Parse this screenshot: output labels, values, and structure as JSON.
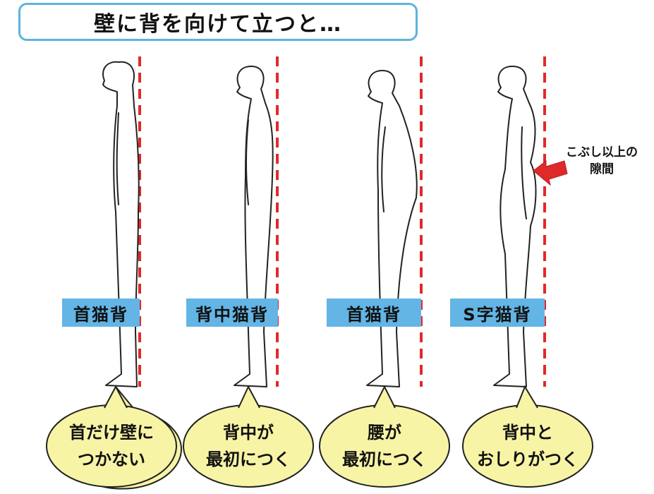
{
  "title": "壁に背を向けて立つと…",
  "postures": [
    {
      "label": "首猫背",
      "desc_line1": "首だけ壁に",
      "desc_line2": "つかない"
    },
    {
      "label": "背中猫背",
      "desc_line1": "背中が",
      "desc_line2": "最初につく"
    },
    {
      "label": "首猫背",
      "desc_line1": "腰が",
      "desc_line2": "最初につく"
    },
    {
      "label": "S字猫背",
      "desc_line1": "背中と",
      "desc_line2": "おしりがつく"
    }
  ],
  "annotation": {
    "line1": "こぶし以上の",
    "line2": "隙間"
  },
  "colors": {
    "wall_line": "#e02a2a",
    "label_bg": "#62b5e5",
    "bubble_fill": "#f7f4a6",
    "title_border": "#5fb3dc",
    "arrow": "#e02a2a"
  }
}
